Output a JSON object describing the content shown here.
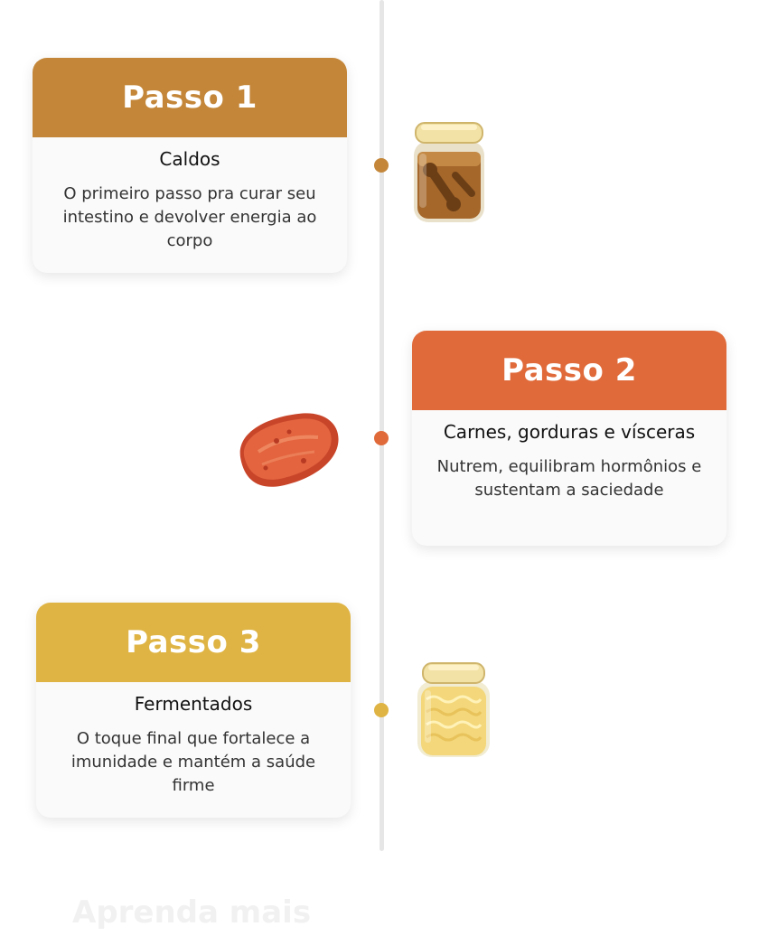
{
  "colors": {
    "step1": "#c4873a",
    "step2": "#e06a3a",
    "step3": "#dfb444",
    "line": "#e6e6e6"
  },
  "steps": [
    {
      "label": "Passo 1",
      "title": "Caldos",
      "text": "O primeiro passo pra curar seu intestino e devolver energia ao corpo",
      "icon": "bone-broth-jar-icon"
    },
    {
      "label": "Passo 2",
      "title": "Carnes, gorduras e vísceras",
      "text": "Nutrem, equilibram hormônios e sustentam a saciedade",
      "icon": "steak-icon"
    },
    {
      "label": "Passo 3",
      "title": "Fermentados",
      "text": "O toque final que fortalece a imunidade e mantém a saúde firme",
      "icon": "sauerkraut-jar-icon"
    }
  ],
  "footer": {
    "text": "Aprenda mais"
  }
}
